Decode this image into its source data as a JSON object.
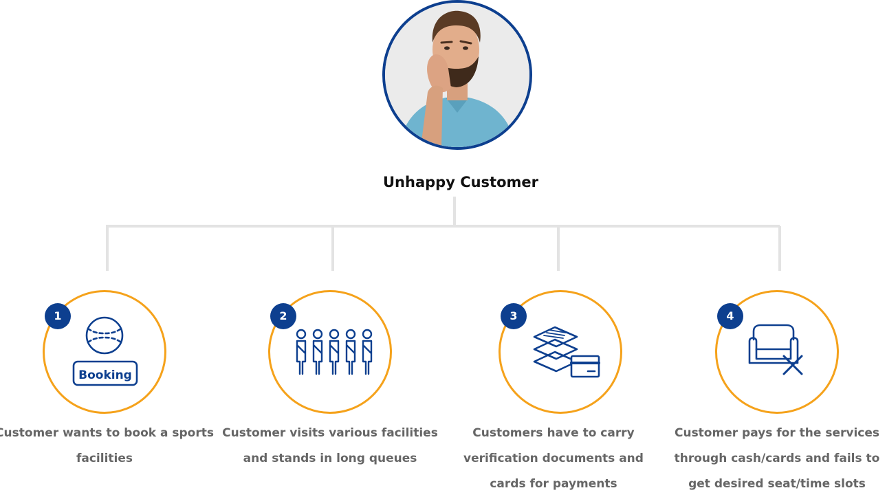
{
  "root": {
    "label": "Unhappy Customer",
    "avatar_icon": "frustrated-customer-portrait"
  },
  "colors": {
    "primary_blue": "#0d3f8f",
    "ring_orange": "#f5a21b",
    "connector_gray": "#e3e3e3",
    "caption_gray": "#666666"
  },
  "steps": [
    {
      "number": "1",
      "icon": "baseball-booking-icon",
      "icon_text": "Booking",
      "caption": "Customer wants to book a sports facilities"
    },
    {
      "number": "2",
      "icon": "people-queue-icon",
      "caption": "Customer visits various facilities and stands in long queues"
    },
    {
      "number": "3",
      "icon": "documents-and-card-icon",
      "caption": "Customers have to carry verification documents and cards for payments"
    },
    {
      "number": "4",
      "icon": "seat-cancel-icon",
      "caption": "Customer pays for the services through cash/cards and fails to get desired seat/time slots"
    }
  ]
}
